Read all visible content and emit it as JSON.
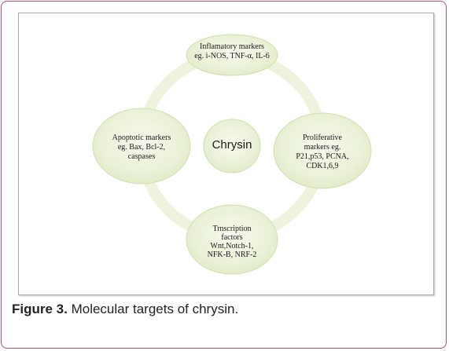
{
  "diagram": {
    "center": "Chrysin",
    "nodes": {
      "top": "Inflamatory markers\neg. i-NOS, TNF-α, IL-6",
      "left": "Apoptotic markers\neg. Bax, Bcl-2,\ncaspases",
      "right": "Proliferative\nmarkers eg.\nP21,p53, PCNA,\nCDK1,6,9",
      "bottom": "Trnscription\nfactors\nWnt,Notch-1,\nNFK-B, NRF-2"
    }
  },
  "caption": {
    "label": "Figure 3.",
    "text": " Molecular targets of chrysin."
  },
  "colors": {
    "frame_border": "#b64a78",
    "node_fill": "#e9f1d6",
    "node_stroke": "#d2e0ab",
    "ring": "#eef3dd"
  }
}
